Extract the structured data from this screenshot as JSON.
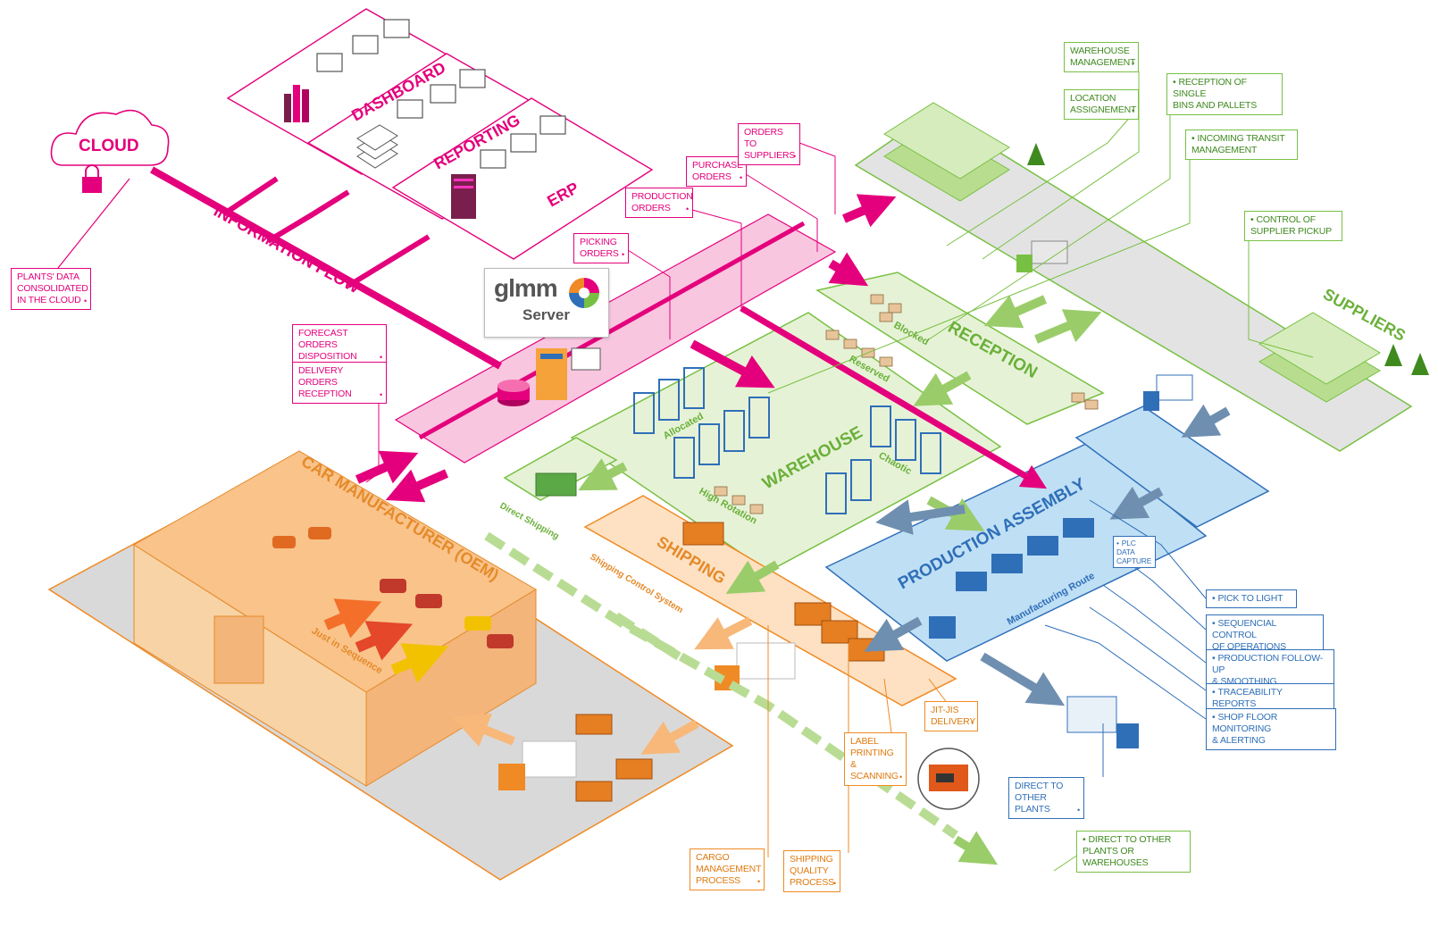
{
  "zones": {
    "cloud": "CLOUD",
    "information_flow": "INFORMATION FLOW",
    "dashboard": "DASHBOARD",
    "reporting": "REPORTING",
    "erp": "ERP",
    "reception": "RECEPTION",
    "suppliers": "SUPPLIERS",
    "warehouse": "WAREHOUSE",
    "production_assembly": "PRODUCTION ASSEMBLY",
    "car_manufacturer": "CAR MANUFACTURER (OEM)",
    "shipping": "SHIPPING"
  },
  "sub_labels": {
    "blocked": "Blocked",
    "reserved": "Reserved",
    "allocated": "Allocated",
    "chaotic": "Chaotic",
    "high_rotation": "High Rotation",
    "direct_shipping": "Direct Shipping",
    "shipping_control": "Shipping Control System",
    "manufacturing_route": "Manufacturing Route",
    "just_in_sequence": "Just in Sequence"
  },
  "server": {
    "logo": "glmm",
    "label": "Server"
  },
  "callouts": {
    "plants_data": "PLANTS' DATA\nCONSOLIDATED\nIN THE CLOUD",
    "forecast_orders": "FORECAST ORDERS\nDISPOSITION",
    "delivery_orders": "DELIVERY ORDERS\nRECEPTION",
    "picking_orders": "PICKING\nORDERS",
    "production_orders": "PRODUCTION\nORDERS",
    "purchase_orders": "PURCHASE\nORDERS",
    "orders_to_suppliers": "ORDERS TO\nSUPPLIERS",
    "warehouse_management": "WAREHOUSE\nMANAGEMENT",
    "location_assignement": "LOCATION\nASSIGNEMENT",
    "reception_single_bins": "RECEPTION OF SINGLE\nBINS AND PALLETS",
    "incoming_transit": "INCOMING TRANSIT\nMANAGEMENT",
    "control_supplier_pickup": "CONTROL OF\nSUPPLIER PICKUP",
    "plc_data_capture": "PLC DATA\nCAPTURE",
    "pick_to_light": "PICK TO LIGHT",
    "sequencial_control": "SEQUENCIAL CONTROL\nOF OPERATIONS",
    "production_followup": "PRODUCTION FOLLOW-UP\n& SMOOTHING",
    "traceability": "TRACEABILITY REPORTS",
    "shop_floor": "SHOP FLOOR MONITORING\n& ALERTING",
    "direct_other_plants": "DIRECT TO\nOTHER PLANTS",
    "direct_other_plants_warehouses": "DIRECT TO OTHER\nPLANTS OR\nWAREHOUSES",
    "jit_jis_delivery": "JIT-JIS\nDELIVERY",
    "label_printing": "LABEL\nPRINTING\n& SCANNING",
    "cargo_management": "CARGO\nMANAGEMENT\nPROCESS",
    "shipping_quality": "SHIPPING\nQUALITY\nPROCESS"
  },
  "colors": {
    "pink": "#e4007c",
    "green": "#78c043",
    "blue": "#2f6fb8",
    "orange": "#f08a24",
    "gray": "#d9d9d9"
  }
}
